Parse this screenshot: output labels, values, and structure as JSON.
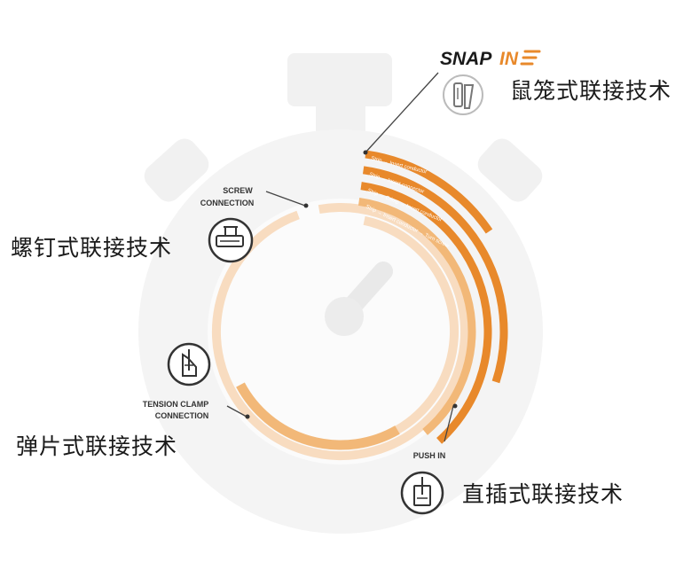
{
  "snap_logo": {
    "word1": "SNAP",
    "word2": "IN"
  },
  "labels": {
    "snap_in_cn": "鼠笼式联接技术",
    "screw_cn": "螺钉式联接技术",
    "tension_cn": "弹片式联接技术",
    "push_in_cn": "直插式联接技术",
    "screw_line1": "SCREW",
    "screw_line2": "CONNECTION",
    "tension_line1": "TENSION CLAMP",
    "tension_line2": "CONNECTION",
    "push_in": "PUSH IN"
  },
  "bands": [
    "Strip → Insert conductor",
    "Strip → Insert connector",
    "Strip → Crimp → Insert conductor",
    "Strip → Insert conductor → Turn screw"
  ],
  "icons": {
    "snap_in": "snap-in-terminal-icon",
    "screw": "screw-terminal-icon",
    "tension": "tension-clamp-icon",
    "push_in": "push-in-terminal-icon"
  },
  "colors": {
    "accent": "#e8892b",
    "accent_light": "#f2b878",
    "accent_pale": "#f8dcc0",
    "stopwatch_bg": "#f3f3f3",
    "icon_stroke": "#333333"
  }
}
